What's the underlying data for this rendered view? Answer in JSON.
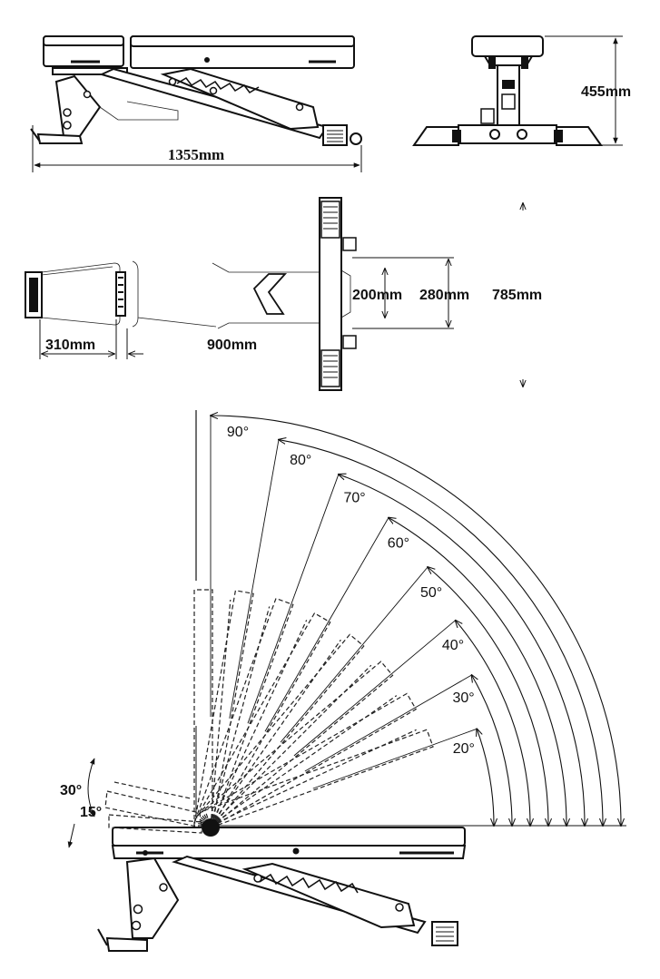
{
  "side_view": {
    "length_label": "1355mm"
  },
  "front_view": {
    "height_label": "455mm"
  },
  "top_view": {
    "seat_length_label": "310mm",
    "back_length_label": "900mm",
    "inner_width_label": "200mm",
    "outer_width_label": "280mm",
    "total_width_label": "785mm"
  },
  "angle_view": {
    "backrest_angles": [
      {
        "deg": 20,
        "label": "20°"
      },
      {
        "deg": 30,
        "label": "30°"
      },
      {
        "deg": 40,
        "label": "40°"
      },
      {
        "deg": 50,
        "label": "50°"
      },
      {
        "deg": 60,
        "label": "60°"
      },
      {
        "deg": 70,
        "label": "70°"
      },
      {
        "deg": 80,
        "label": "80°"
      },
      {
        "deg": 90,
        "label": "90°"
      }
    ],
    "seat_angles": [
      {
        "deg": 30,
        "label": "30°"
      },
      {
        "deg": 15,
        "label": "15°"
      }
    ]
  }
}
